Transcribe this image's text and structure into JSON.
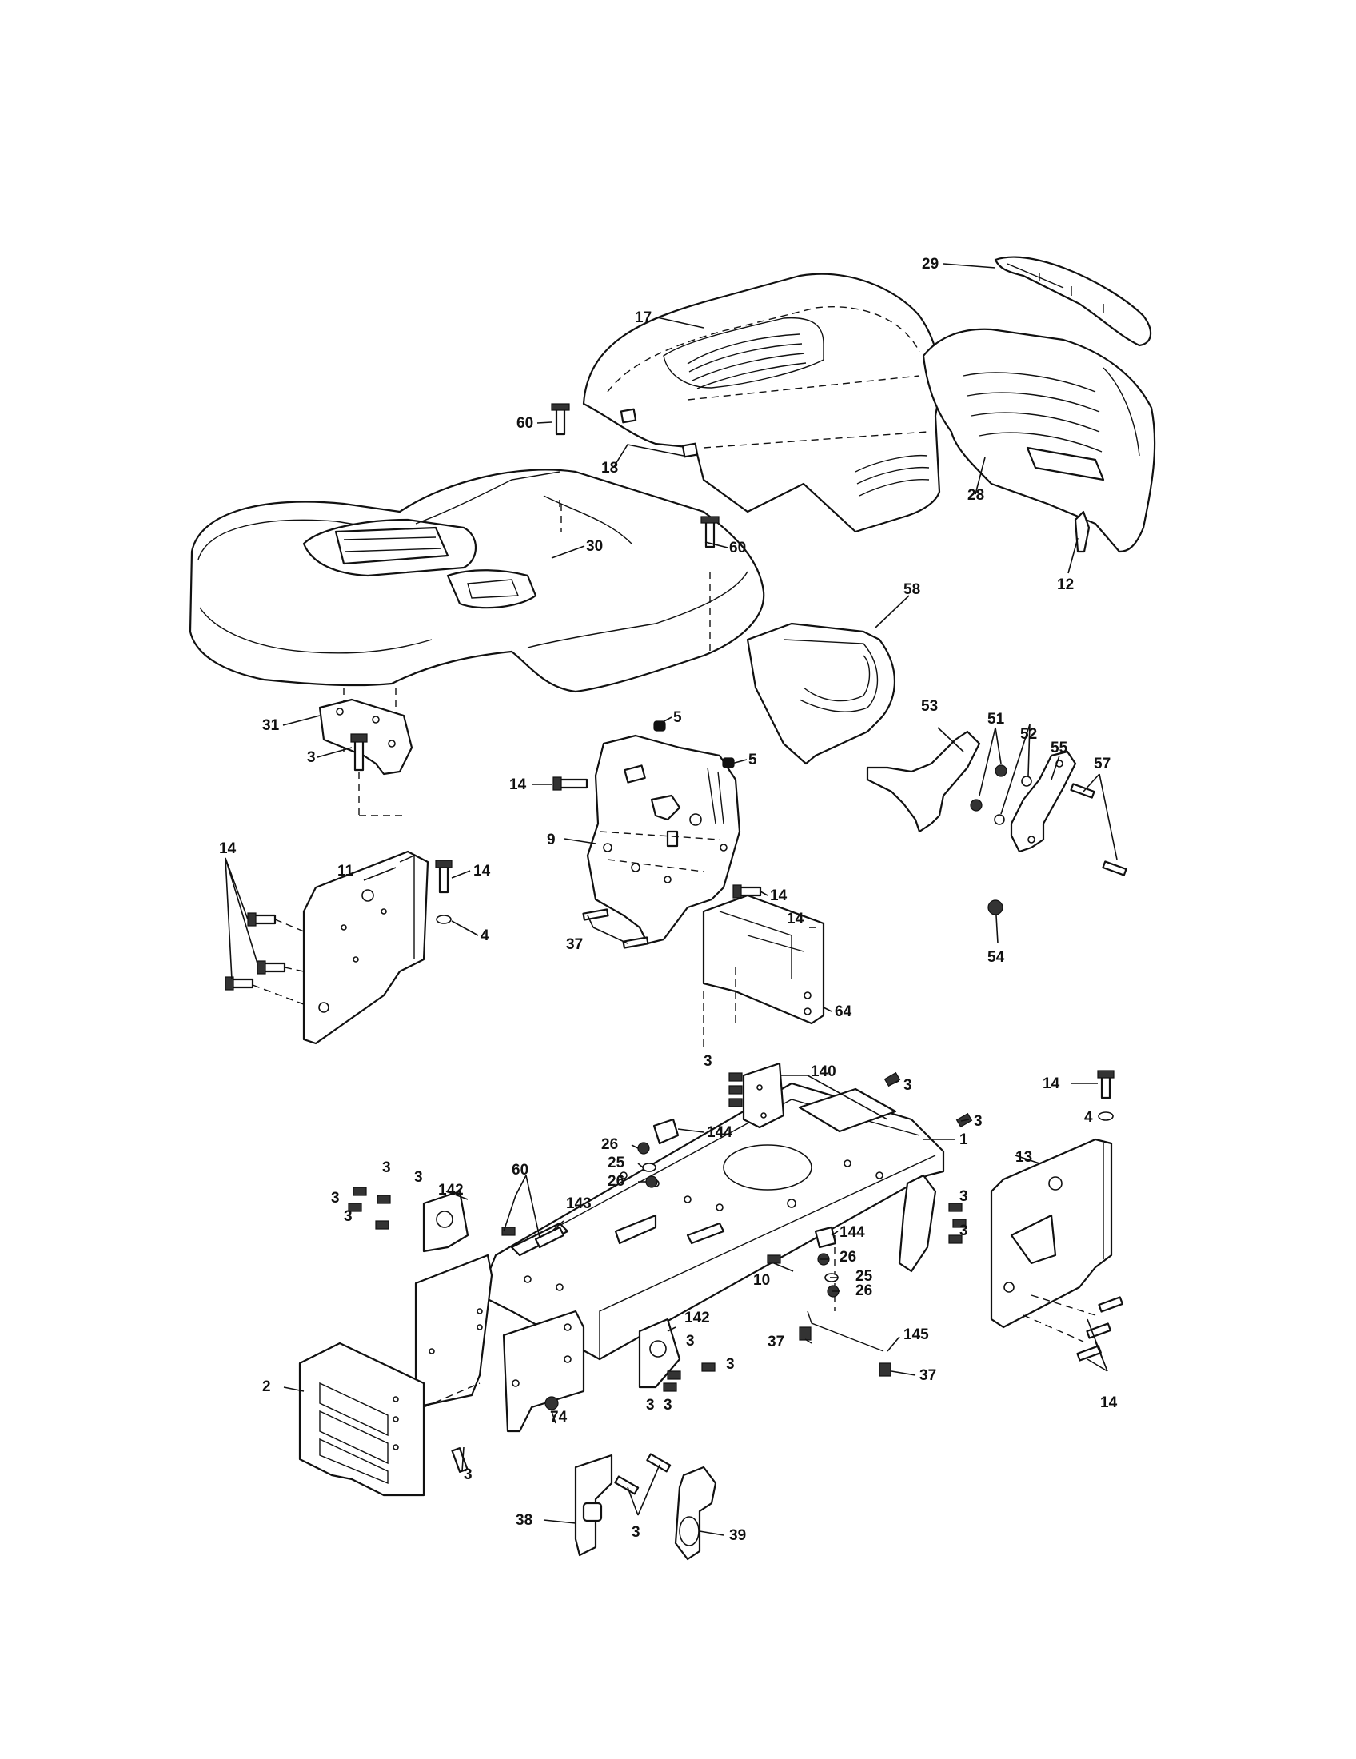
{
  "callouts": [
    {
      "id": "c17",
      "text": "17"
    },
    {
      "id": "c29",
      "text": "29"
    },
    {
      "id": "c60a",
      "text": "60"
    },
    {
      "id": "c18",
      "text": "18"
    },
    {
      "id": "c28",
      "text": "28"
    },
    {
      "id": "c60b",
      "text": "60"
    },
    {
      "id": "c30",
      "text": "30"
    },
    {
      "id": "c12",
      "text": "12"
    },
    {
      "id": "c58",
      "text": "58"
    },
    {
      "id": "c31",
      "text": "31"
    },
    {
      "id": "c5a",
      "text": "5"
    },
    {
      "id": "c3a",
      "text": "3"
    },
    {
      "id": "c5b",
      "text": "5"
    },
    {
      "id": "c53",
      "text": "53"
    },
    {
      "id": "c51",
      "text": "51"
    },
    {
      "id": "c52",
      "text": "52"
    },
    {
      "id": "c55",
      "text": "55"
    },
    {
      "id": "c57",
      "text": "57"
    },
    {
      "id": "c14a",
      "text": "14"
    },
    {
      "id": "c9",
      "text": "9"
    },
    {
      "id": "c11",
      "text": "11"
    },
    {
      "id": "c14b",
      "text": "14"
    },
    {
      "id": "c14c",
      "text": "14"
    },
    {
      "id": "c14d",
      "text": "14"
    },
    {
      "id": "c4a",
      "text": "4"
    },
    {
      "id": "c14e",
      "text": "14"
    },
    {
      "id": "c37a",
      "text": "37"
    },
    {
      "id": "c54",
      "text": "54"
    },
    {
      "id": "c64",
      "text": "64"
    },
    {
      "id": "c3b",
      "text": "3"
    },
    {
      "id": "c140",
      "text": "140"
    },
    {
      "id": "c3c",
      "text": "3"
    },
    {
      "id": "c14f",
      "text": "14"
    },
    {
      "id": "c3d",
      "text": "3"
    },
    {
      "id": "c4b",
      "text": "4"
    },
    {
      "id": "c144a",
      "text": "144"
    },
    {
      "id": "c1",
      "text": "1"
    },
    {
      "id": "c13",
      "text": "13"
    },
    {
      "id": "c26a",
      "text": "26"
    },
    {
      "id": "c25a",
      "text": "25"
    },
    {
      "id": "c26b",
      "text": "26"
    },
    {
      "id": "c3e",
      "text": "3"
    },
    {
      "id": "c3f",
      "text": "3"
    },
    {
      "id": "c60c",
      "text": "60"
    },
    {
      "id": "c3g",
      "text": "3"
    },
    {
      "id": "c142a",
      "text": "142"
    },
    {
      "id": "c143",
      "text": "143"
    },
    {
      "id": "c3h",
      "text": "3"
    },
    {
      "id": "c3i",
      "text": "3"
    },
    {
      "id": "c144b",
      "text": "144"
    },
    {
      "id": "c26c",
      "text": "26"
    },
    {
      "id": "c3j",
      "text": "3"
    },
    {
      "id": "c10",
      "text": "10"
    },
    {
      "id": "c25b",
      "text": "25"
    },
    {
      "id": "c26d",
      "text": "26"
    },
    {
      "id": "c142b",
      "text": "142"
    },
    {
      "id": "c37b",
      "text": "37"
    },
    {
      "id": "c145",
      "text": "145"
    },
    {
      "id": "c3k",
      "text": "3"
    },
    {
      "id": "c3l",
      "text": "3"
    },
    {
      "id": "c37c",
      "text": "37"
    },
    {
      "id": "c2",
      "text": "2"
    },
    {
      "id": "c3m",
      "text": "3"
    },
    {
      "id": "c3n",
      "text": "3"
    },
    {
      "id": "c74",
      "text": "74"
    },
    {
      "id": "c14g",
      "text": "14"
    },
    {
      "id": "c3o",
      "text": "3"
    },
    {
      "id": "c38",
      "text": "38"
    },
    {
      "id": "c39",
      "text": "39"
    },
    {
      "id": "c3p",
      "text": "3"
    }
  ]
}
